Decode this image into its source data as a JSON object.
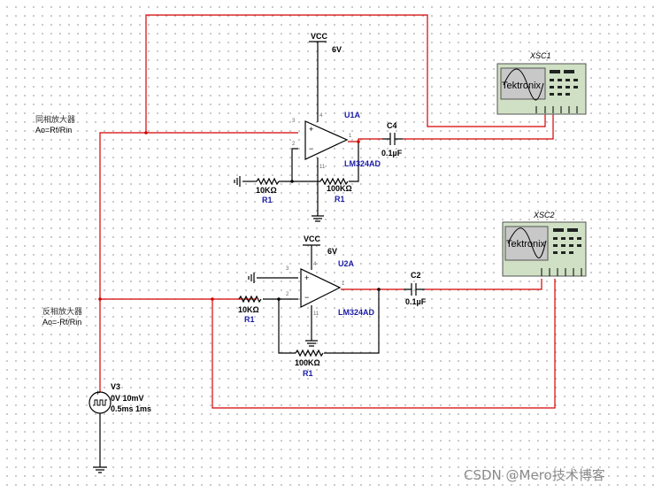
{
  "amp1": {
    "title": "同相放大器",
    "formula": "Ao=Rf/Rin",
    "opamp_ref": "U1A",
    "opamp_part": "LM324AD",
    "supply_label": "VCC",
    "supply_value": "6V",
    "rin_value": "10KΩ",
    "rin_ref": "R1",
    "rf_value": "100KΩ",
    "rf_ref": "R1",
    "cap_ref": "C4",
    "cap_value": "0.1µF",
    "pins": [
      "3",
      "2",
      "4",
      "11",
      "1"
    ]
  },
  "amp2": {
    "title": "反相放大器",
    "formula": "Ao=-Rf/Rin",
    "opamp_ref": "U2A",
    "opamp_part": "LM324AD",
    "supply_label": "VCC",
    "supply_value": "6V",
    "rin_value": "10KΩ",
    "rin_ref": "R1",
    "rf_value": "100KΩ",
    "rf_ref": "R1",
    "cap_ref": "C2",
    "cap_value": "0.1µF",
    "pins": [
      "3",
      "2",
      "4",
      "11",
      "1"
    ]
  },
  "source": {
    "ref": "V3",
    "line1": "0V 10mV",
    "line2": "0.5ms 1ms"
  },
  "scope1": {
    "ref": "XSC1",
    "brand": "Tektronix"
  },
  "scope2": {
    "ref": "XSC2",
    "brand": "Tektronix"
  },
  "watermark": "CSDN @Mero技术博客",
  "colors": {
    "wire": "#d40000",
    "component": "#000000",
    "ref_label": "#1a1aa8",
    "scope_body": "#cfe0c4",
    "scope_screen": "#c8c8c8"
  }
}
